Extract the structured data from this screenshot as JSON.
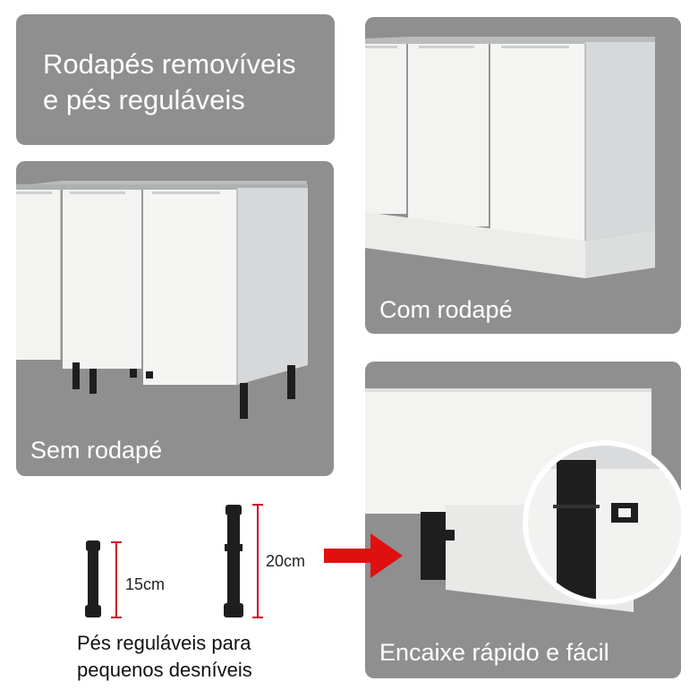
{
  "title": {
    "line1": "Rodapés removíveis",
    "line2": "e pés reguláveis"
  },
  "panels": {
    "sem_rodape": "Sem rodapé",
    "com_rodape": "Com rodapé",
    "encaixe": "Encaixe rápido e fácil"
  },
  "feet": {
    "small_label": "15cm",
    "large_label": "20cm",
    "caption_line1": "Pés reguláveis para",
    "caption_line2": "pequenos desníveis"
  },
  "colors": {
    "panel": "#8f8f8f",
    "ruler": "#d0021b",
    "arrow": "#e01010"
  }
}
